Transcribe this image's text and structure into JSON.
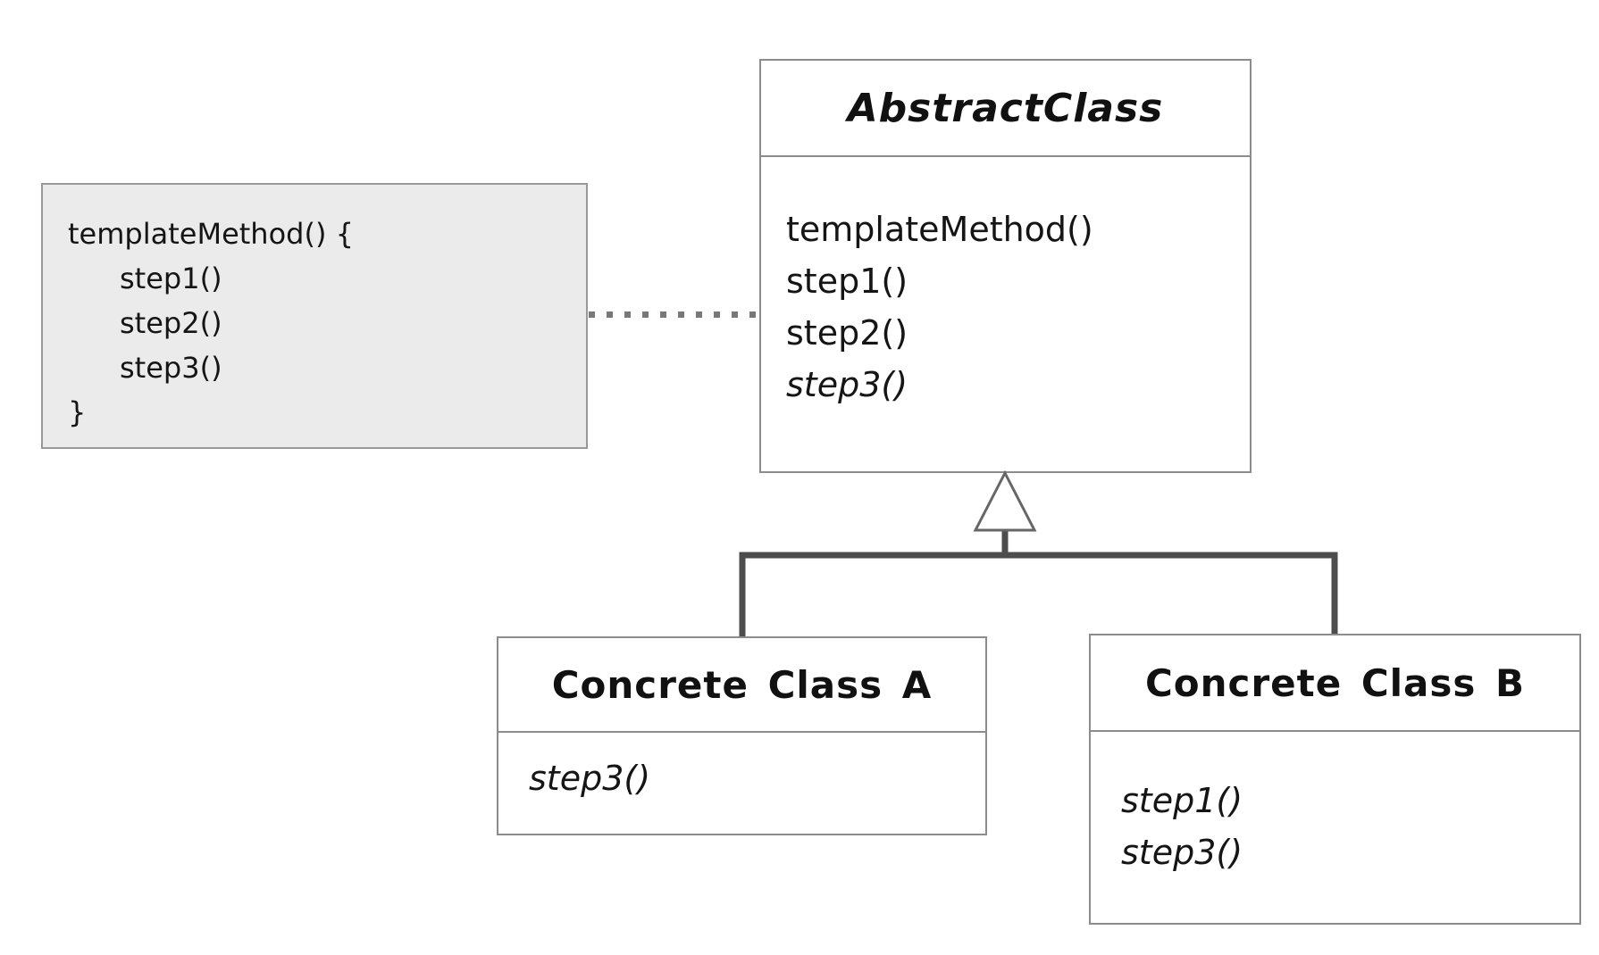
{
  "note": {
    "lines": [
      "templateMethod() {",
      "step1()",
      "step2()",
      "step3()",
      "}"
    ]
  },
  "abstract_class": {
    "title": "AbstractClass",
    "methods": [
      "templateMethod()",
      "step1()",
      "step2()",
      "step3()"
    ]
  },
  "concrete_class_a": {
    "title": "Concrete Class A",
    "methods": [
      "step3()"
    ]
  },
  "concrete_class_b": {
    "title": "Concrete Class B",
    "methods": [
      "step1()",
      "step3()"
    ]
  },
  "colors": {
    "note_fill": "#ebebeb",
    "box_border": "#8c8c8c",
    "connector": "#4d4d4d",
    "triangle_stroke": "#666666",
    "text": "#151515",
    "background": "#ffffff"
  }
}
